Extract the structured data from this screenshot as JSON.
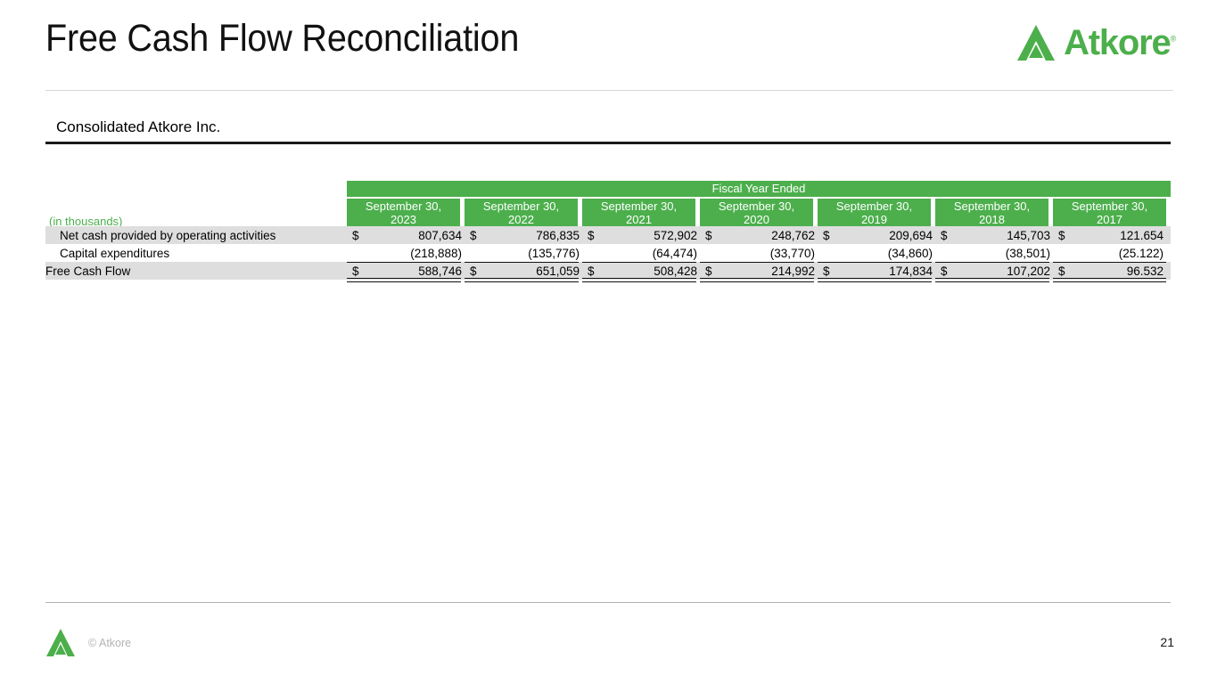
{
  "slide": {
    "title": "Free Cash Flow Reconciliation",
    "subtitle": "Consolidated Atkore Inc.",
    "units_note": "(in thousands)",
    "page_number": "21",
    "accent_green": "#4CAF4C",
    "row_shade": "#dedede"
  },
  "brand": {
    "wordmark": "Atkore",
    "trademark": "®",
    "mark_icon": "atkore-triangle-icon"
  },
  "footer": {
    "copyright": "© Atkore",
    "mark_icon": "atkore-triangle-icon"
  },
  "table": {
    "group_header": "Fiscal Year Ended",
    "columns": [
      {
        "date": "September 30,",
        "year": "2023"
      },
      {
        "date": "September 30,",
        "year": "2022"
      },
      {
        "date": "September 30,",
        "year": "2021"
      },
      {
        "date": "September 30,",
        "year": "2020"
      },
      {
        "date": "September 30,",
        "year": "2019"
      },
      {
        "date": "September 30,",
        "year": "2018"
      },
      {
        "date": "September 30,",
        "year": "2017"
      }
    ],
    "rows": [
      {
        "label": "Net cash provided by operating activities",
        "currency": [
          "$",
          "$",
          "$",
          "$",
          "$",
          "$",
          "$"
        ],
        "values": [
          "807,634",
          "786,835",
          "572,902",
          "248,762",
          "209,694",
          "145,703",
          "121.654"
        ]
      },
      {
        "label": "Capital expenditures",
        "currency": [
          "",
          "",
          "",
          "",
          "",
          "",
          ""
        ],
        "values": [
          "(218,888)",
          "(135,776)",
          "(64,474)",
          "(33,770)",
          "(34,860)",
          "(38,501)",
          "(25.122)"
        ]
      },
      {
        "label": "Free Cash Flow",
        "currency": [
          "$",
          "$",
          "$",
          "$",
          "$",
          "$",
          "$"
        ],
        "values": [
          "588,746",
          "651,059",
          "508,428",
          "214,992",
          "174,834",
          "107,202",
          "96.532"
        ]
      }
    ]
  },
  "chart_data": {
    "type": "table",
    "title": "Free Cash Flow Reconciliation",
    "subtitle": "Consolidated Atkore Inc.",
    "units": "in thousands (USD)",
    "categories": [
      "September 30, 2023",
      "September 30, 2022",
      "September 30, 2021",
      "September 30, 2020",
      "September 30, 2019",
      "September 30, 2018",
      "September 30, 2017"
    ],
    "series": [
      {
        "name": "Net cash provided by operating activities",
        "values": [
          807634,
          786835,
          572902,
          248762,
          209694,
          145703,
          121654
        ]
      },
      {
        "name": "Capital expenditures",
        "values": [
          -218888,
          -135776,
          -64474,
          -33770,
          -34860,
          -38501,
          -25122
        ]
      },
      {
        "name": "Free Cash Flow",
        "values": [
          588746,
          651059,
          508428,
          214992,
          174834,
          107202,
          96532
        ]
      }
    ],
    "xlabel": "Fiscal Year Ended",
    "ylabel": "USD (thousands)",
    "grid": false,
    "legend": "none"
  }
}
